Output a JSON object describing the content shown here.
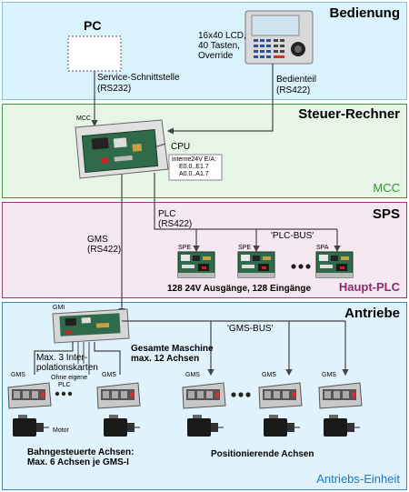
{
  "sections": {
    "bedienung": {
      "title": "Bedienung",
      "color": "#d9f2fb",
      "border": "#7fc6d9"
    },
    "steuer": {
      "title": "Steuer-Rechner",
      "footer": "MCC",
      "color": "#e6f5e6",
      "border": "#3a9a3a",
      "footer_color": "#2a9a2a"
    },
    "sps": {
      "title": "SPS",
      "footer": "Haupt-PLC",
      "color": "#f6e8f0",
      "border": "#9a3a6a",
      "footer_color": "#8a2a6a"
    },
    "antriebe": {
      "title": "Antriebe",
      "footer": "Antriebs-Einheit",
      "color": "#e0f2fb",
      "border": "#3a8ab8",
      "footer_color": "#1a7ac0"
    }
  },
  "pc": {
    "label": "PC",
    "interface_line1": "Service-Schnittstelle",
    "interface_line2": "(RS232)"
  },
  "bedienteil": {
    "spec_line1": "16x40 LCD,",
    "spec_line2": "40 Tasten,",
    "spec_line3": "Override",
    "label_line1": "Bedienteil",
    "label_line2": "(RS422)"
  },
  "mcc": {
    "board_label": "MCC",
    "cpu_label": "CPU",
    "io_line1": "interne24V E/A:",
    "io_line2": "E0.0..E1.7",
    "io_line3": "A0.0..A1.7"
  },
  "sps": {
    "plc_line1": "PLC",
    "plc_line2": "(RS422)",
    "bus_label": "'PLC-BUS'",
    "modules": [
      "SPE",
      "SPE",
      "SPA"
    ],
    "summary": "128 24V Ausgänge, 128 Eingänge"
  },
  "gms": {
    "line1": "GMS",
    "line2": "(RS422)",
    "bus_label": "'GMS-BUS'"
  },
  "antriebe": {
    "gmi_label": "GMI",
    "interp_line1": "Max. 3 Inter-",
    "interp_line2": "polationskarten",
    "machine_line1": "Gesamte Maschine",
    "machine_line2": "max. 12 Achsen",
    "ohne_line1": "Ohne eigene",
    "ohne_line2": "PLC",
    "drive_label": "GMS",
    "motor_label": "Motor",
    "path_line1": "Bahngesteuerte Achsen:",
    "path_line2": "Max. 6 Achsen je GMS-I",
    "pos_label": "Positionierende Achsen"
  }
}
